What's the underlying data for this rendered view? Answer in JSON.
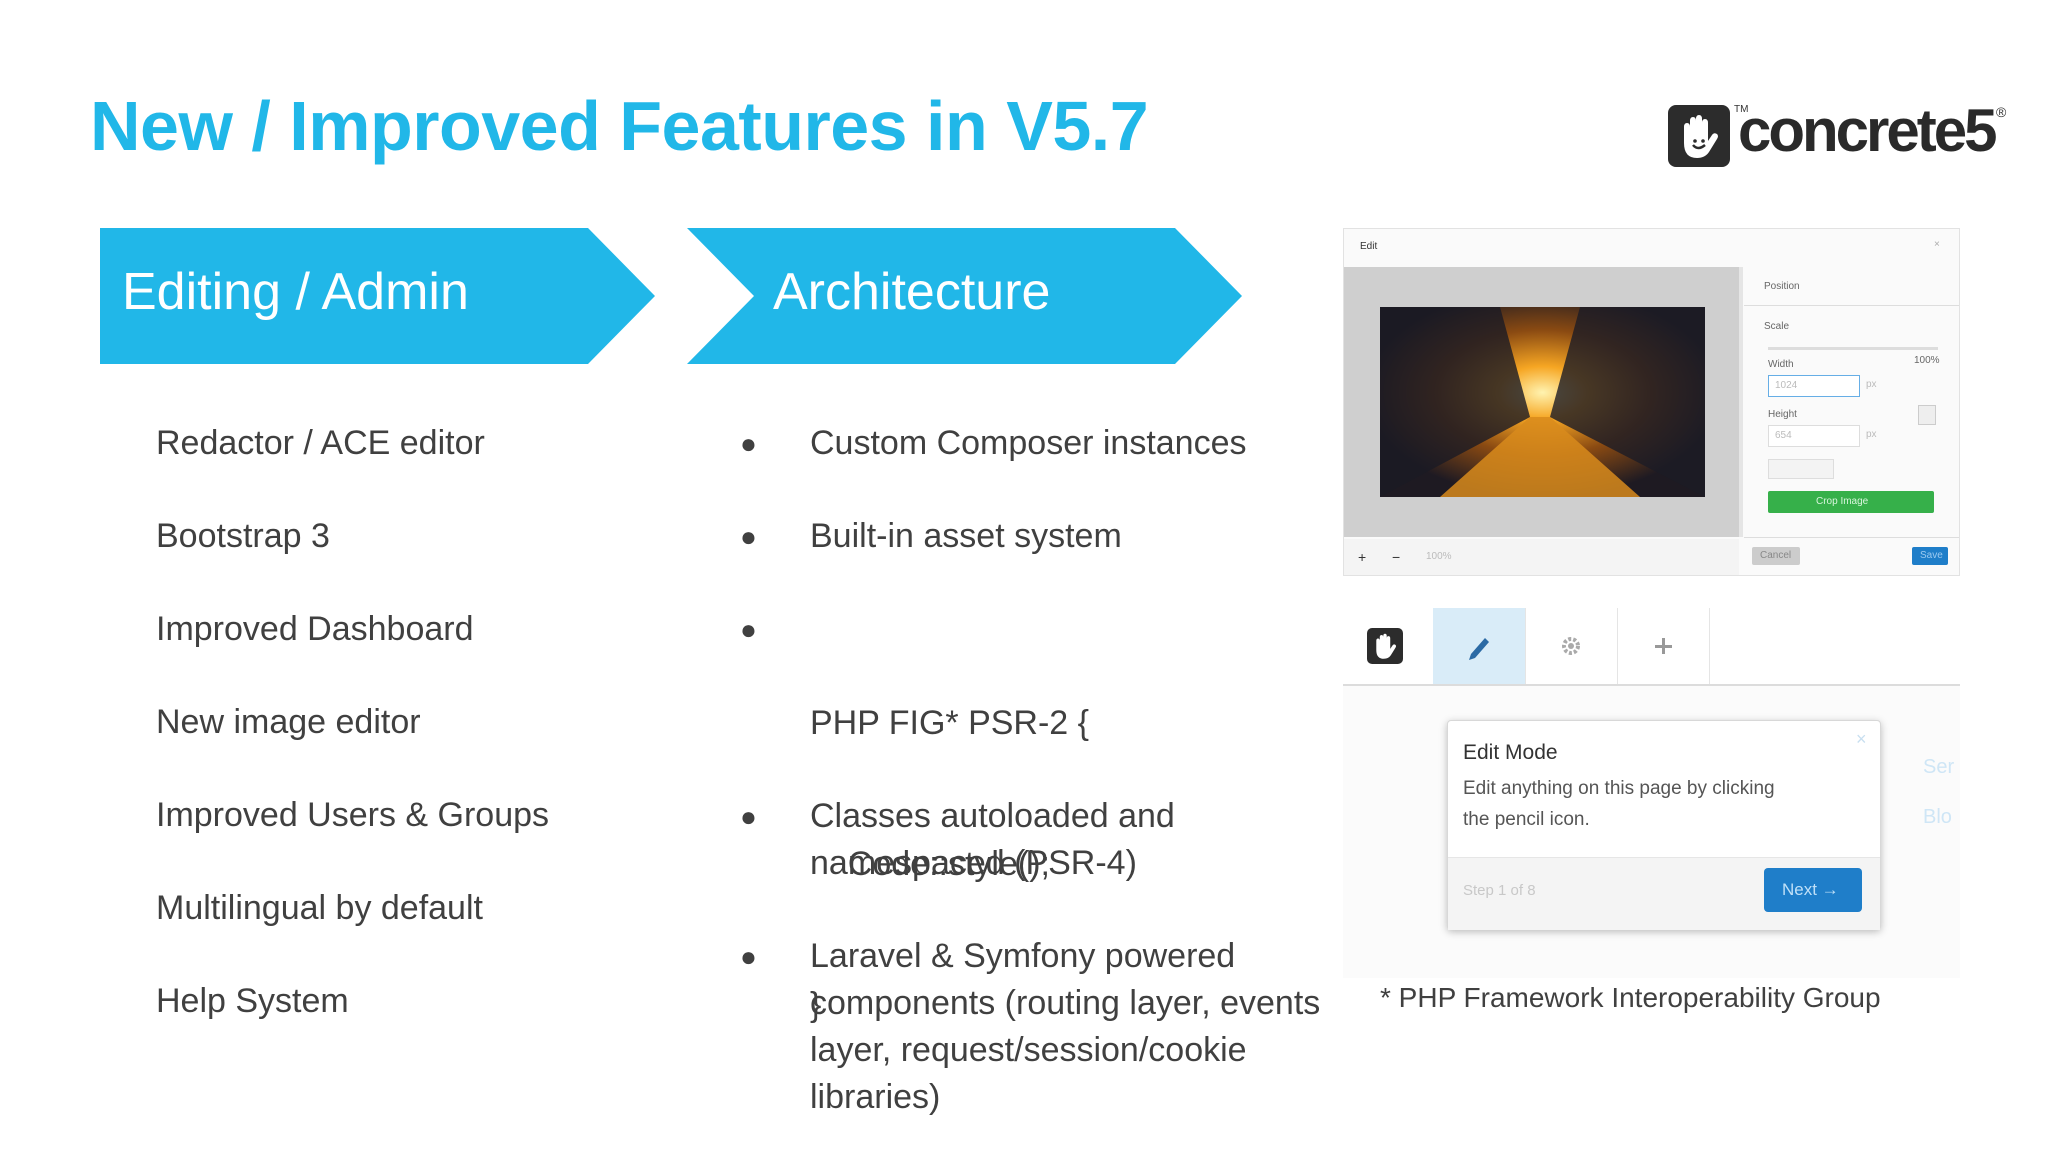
{
  "title": "New / Improved Features in V5.7",
  "logo": {
    "wordmark": "concrete5",
    "tm": "TM",
    "reg": "®",
    "icon": "hand-logo-icon"
  },
  "colors": {
    "accent": "#21b7e8",
    "text": "#404040",
    "next_button": "#1f7ec9",
    "save_button": "#36b04a"
  },
  "editing_admin": {
    "heading": "Editing / Admin",
    "items": [
      "Redactor / ACE editor",
      "Bootstrap 3",
      "Improved Dashboard",
      "New image editor",
      "Improved Users & Groups",
      "Multilingual by default",
      "Help System"
    ]
  },
  "architecture": {
    "heading": "Architecture",
    "items": [
      {
        "lines": [
          "Custom Composer instances"
        ]
      },
      {
        "lines": [
          "Built-in asset system"
        ]
      },
      {
        "lines": [
          "PHP FIG* PSR-2 {",
          "    Code::style();",
          "}"
        ]
      },
      {
        "lines": [
          "Classes autoloaded and",
          "namespaced (PSR-4)"
        ]
      },
      {
        "lines": [
          "Laravel & Symfony powered",
          "components (routing layer, events",
          "layer, request/session/cookie",
          "libraries)"
        ]
      }
    ]
  },
  "footnote": "* PHP Framework Interoperability Group",
  "screenshot_image_editor": {
    "window_title": "Edit",
    "panel_tab": "Position",
    "scale_label": "Scale",
    "scale_value": "100%",
    "width_label": "Width",
    "width_value": "1024",
    "width_unit": "px",
    "height_label": "Height",
    "height_value": "654",
    "height_unit": "px",
    "green_button": "Crop Image",
    "cancel_label": "Cancel",
    "save_label": "Save",
    "zoom_in": "+",
    "zoom_out": "−",
    "zoom_value": "100%"
  },
  "screenshot_help": {
    "toolbar_icons": [
      "concrete5-logo-icon",
      "pencil-icon",
      "gear-icon",
      "plus-icon"
    ],
    "popover_title": "Edit Mode",
    "popover_body_line1": "Edit anything on this page by clicking",
    "popover_body_line2": "the pencil icon.",
    "step_text": "Step 1 of 8",
    "next_label": "Next →",
    "close_glyph": "×",
    "side_text1": "Ser",
    "side_text2": "Blo"
  }
}
